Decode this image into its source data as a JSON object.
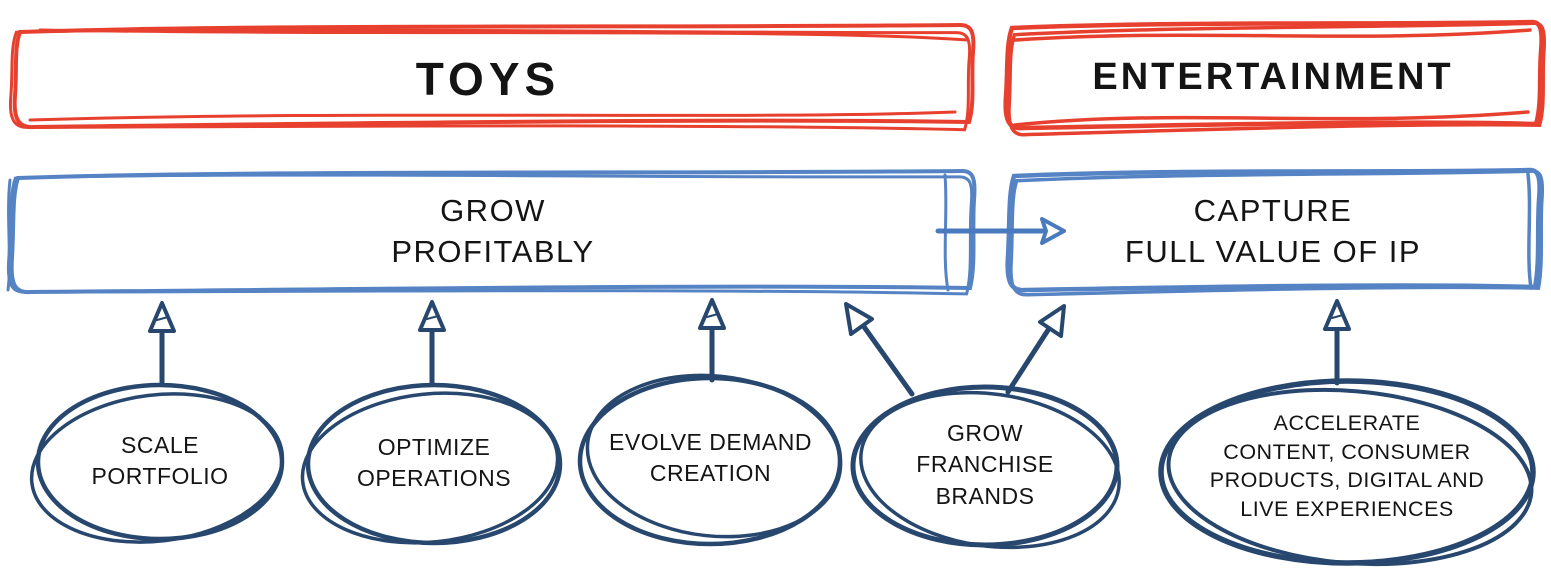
{
  "diagram_title": "Toys and Entertainment strategy diagram",
  "colors": {
    "red": "#E8402F",
    "blue": "#5583C4",
    "navy": "#27476E",
    "text": "#141414"
  },
  "top_row": {
    "toys": {
      "label": "TOYS"
    },
    "entertainment": {
      "label": "ENTERTAINMENT"
    }
  },
  "strategy_row": {
    "grow": {
      "label": "GROW\nPROFITABLY"
    },
    "capture": {
      "label": "CAPTURE\nFULL VALUE OF IP"
    }
  },
  "initiatives": [
    {
      "label": "SCALE\nPORTFOLIO"
    },
    {
      "label": "OPTIMIZE\nOPERATIONS"
    },
    {
      "label": "EVOLVE DEMAND\nCREATION"
    },
    {
      "label": "GROW\nFRANCHISE\nBRANDS"
    },
    {
      "label": "ACCELERATE\nCONTENT, CONSUMER\nPRODUCTS, DIGITAL AND\nLIVE EXPERIENCES"
    }
  ],
  "connections": [
    {
      "from": "SCALE PORTFOLIO",
      "to": "GROW PROFITABLY"
    },
    {
      "from": "OPTIMIZE OPERATIONS",
      "to": "GROW PROFITABLY"
    },
    {
      "from": "EVOLVE DEMAND CREATION",
      "to": "GROW PROFITABLY"
    },
    {
      "from": "GROW FRANCHISE BRANDS",
      "to": "GROW PROFITABLY"
    },
    {
      "from": "GROW FRANCHISE BRANDS",
      "to": "CAPTURE FULL VALUE OF IP"
    },
    {
      "from": "ACCELERATE CONTENT, CONSUMER PRODUCTS, DIGITAL AND LIVE EXPERIENCES",
      "to": "CAPTURE FULL VALUE OF IP"
    },
    {
      "from": "GROW PROFITABLY",
      "to": "CAPTURE FULL VALUE OF IP"
    }
  ]
}
